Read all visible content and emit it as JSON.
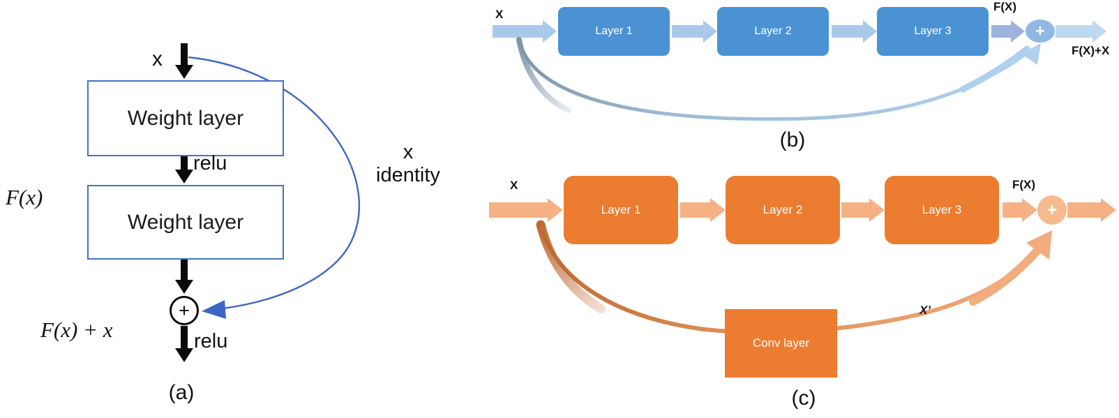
{
  "figure": {
    "panel_a": {
      "caption": "(a)",
      "input_label": "x",
      "weight_layer_1": "Weight layer",
      "weight_layer_2": "Weight layer",
      "relu_mid": "relu",
      "relu_out": "relu",
      "function_label": "F(x)",
      "output_label": "F(x) + x",
      "plus_symbol": "+",
      "identity_label_line1": "x",
      "identity_label_line2": "identity"
    },
    "panel_b": {
      "caption": "(b)",
      "input_label": "X",
      "layers": [
        "Layer 1",
        "Layer 2",
        "Layer 3"
      ],
      "fx_label": "F(X)",
      "output_label": "F(X)+X",
      "plus_symbol": "+"
    },
    "panel_c": {
      "caption": "(c)",
      "input_label": "X",
      "layers": [
        "Layer 1",
        "Layer 2",
        "Layer 3"
      ],
      "conv_layer_label": "Conv layer",
      "fx_label": "F(X)",
      "xprime_label": "X’",
      "plus_symbol": "+"
    }
  },
  "colors": {
    "blue_box": "#4B92D4",
    "blue_border": "#4472C4",
    "blue_arrow": "#A9C9EA",
    "blue_arrow_preplus": "#9FB2DE",
    "blue_arrow_light": "#BDD9F2",
    "blue_plus": "#8FB9E3",
    "blue_skip_dark": "#7E96A9",
    "blue_skip_light": "#AFD0EE",
    "blue_arc": "#3E66C4",
    "orange_box": "#EC7C30",
    "orange_arrow": "#F5B183",
    "orange_plus": "#F5BA8E",
    "orange_skip_dark": "#BE6A33",
    "orange_skip_light": "#F2AC7E",
    "arrow_black": "#0a0a0a"
  }
}
